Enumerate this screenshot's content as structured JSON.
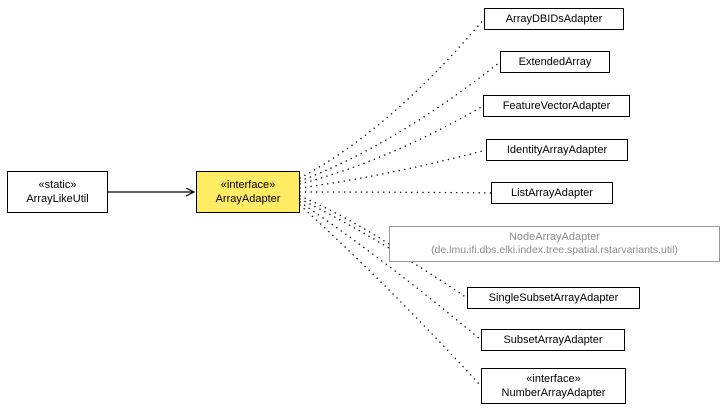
{
  "diagram": {
    "type": "uml-class-diagram",
    "nodes": {
      "source": {
        "stereotype": "«static»",
        "name": "ArrayLikeUtil"
      },
      "interface": {
        "stereotype": "«interface»",
        "name": "ArrayAdapter"
      },
      "implementations": [
        {
          "name": "ArrayDBIDsAdapter"
        },
        {
          "name": "ExtendedArray"
        },
        {
          "name": "FeatureVectorAdapter"
        },
        {
          "name": "IdentityArrayAdapter"
        },
        {
          "name": "ListArrayAdapter"
        },
        {
          "name": "NodeArrayAdapter",
          "package": "(de.lmu.ifi.dbs.elki.index.tree.spatial.rstarvariants.util)"
        },
        {
          "name": "SingleSubsetArrayAdapter"
        },
        {
          "name": "SubsetArrayAdapter"
        },
        {
          "name": "NumberArrayAdapter",
          "stereotype": "«interface»"
        }
      ]
    },
    "colors": {
      "highlight_fill": "#ffeb64",
      "node_border": "#000000",
      "muted_text": "#8c8c8c",
      "edge": "#000000",
      "background": "#ffffff"
    }
  }
}
